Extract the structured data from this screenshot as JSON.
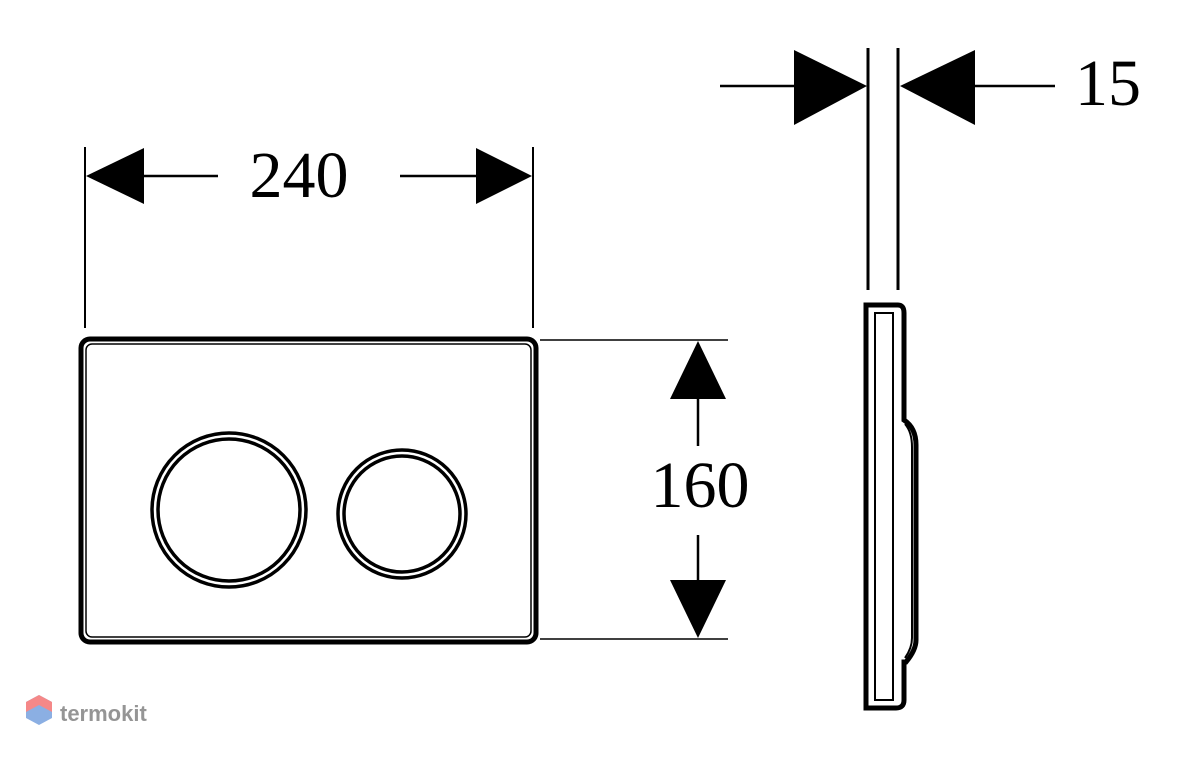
{
  "dimensions": {
    "width": "240",
    "height": "160",
    "depth": "15"
  },
  "watermark": {
    "brand": "termokit",
    "icon": "hexagon-logo-icon",
    "colors": {
      "top": "#f47c7c",
      "bottom": "#7fa7e0"
    }
  },
  "colors": {
    "line": "#000000",
    "background": "#ffffff"
  }
}
